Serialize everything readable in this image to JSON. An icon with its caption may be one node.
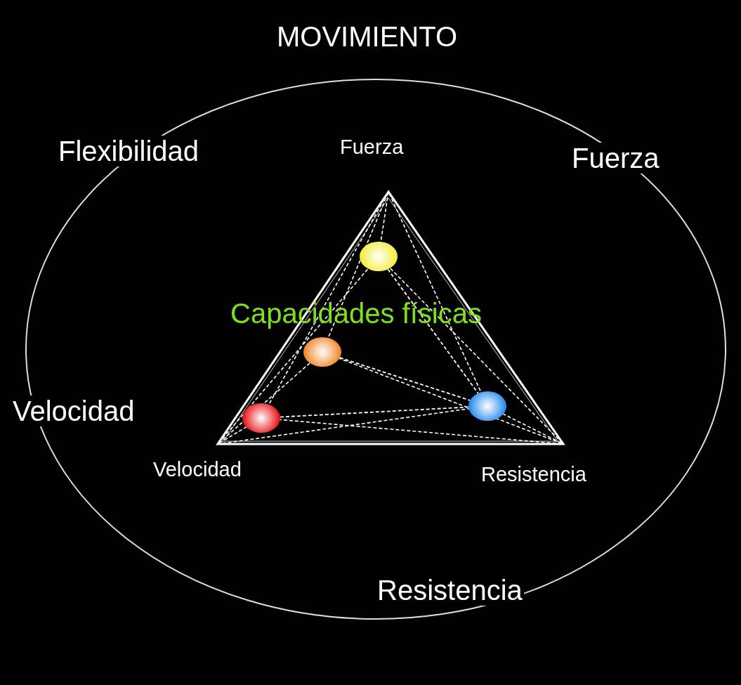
{
  "diagram": {
    "title": "MOVIMIENTO",
    "nodes": [
      {
        "text": [],
        "shape": "circle"
      },
      {
        "text": [],
        "shape": "circle"
      },
      {
        "text": [],
        "shape": "circle"
      },
      {
        "text": [],
        "shape": "circle"
      }
    ],
    "edges": [
      {
        "from": 0,
        "to": 3,
        "arrow": "none",
        "style": "dashed"
      },
      {
        "from": 1,
        "to": 3,
        "arrow": "none",
        "style": "dashed"
      },
      {
        "from": 2,
        "to": 3,
        "arrow": "none",
        "style": "dashed"
      }
    ],
    "labels": [
      "Flexibilidad",
      "Fuerza",
      "Fuerza",
      "Capacidades físicas",
      "Velocidad",
      "Velocidad",
      "Resistencia",
      "Resistencia"
    ]
  }
}
